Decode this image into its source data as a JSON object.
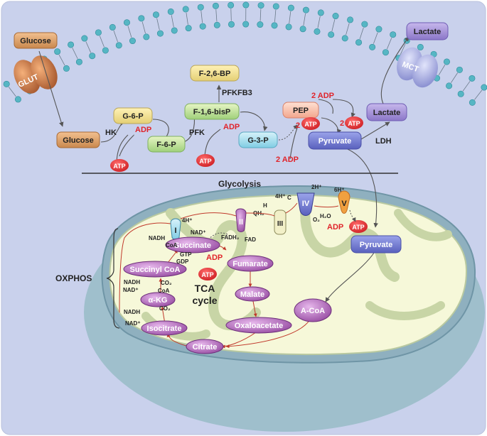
{
  "nodes": {
    "glucose_out": "Glucose",
    "glut": "GLUT",
    "glucose_in": "Glucose",
    "hk": "HK",
    "g6p": "G-6-P",
    "f6p": "F-6-P",
    "pfk": "PFK",
    "f16bisp": "F-1,6-bisP",
    "pfkfb3": "PFKFB3",
    "f26bp": "F-2,6-BP",
    "g3p": "G-3-P",
    "pep": "PEP",
    "pyruvate": "Pyruvate",
    "ldh": "LDH",
    "lactate_in": "Lactate",
    "lactate_out": "Lactate",
    "mct": "MCT",
    "glycolysis": "Glycolysis",
    "oxphos": "OXPHOS",
    "pyruvate_mito": "Pyruvate",
    "acoa": "A-CoA",
    "citrate": "Citrate",
    "isocitrate": "Isocitrate",
    "akg": "α-KG",
    "succinyl_coa": "Succinyl CoA",
    "succinate": "Succinate",
    "fumarate": "Fumarate",
    "malate": "Malate",
    "oxaloacetate": "Oxaloacetate",
    "tca_line1": "TCA",
    "tca_line2": "cycle"
  },
  "energy": {
    "atp": "ATP",
    "adp": "ADP",
    "two_adp": "2 ADP",
    "two_atp": "2"
  },
  "cofactors": {
    "nadh": "NADH",
    "nad": "NAD⁺",
    "co2": "CO₂",
    "coa": "CoA",
    "gtp": "GTP",
    "gdp": "GDP",
    "fadh2": "FADH₂",
    "fad": "FAD",
    "qh2": "QH₂",
    "h": "H",
    "c": "C",
    "o2": "O₂",
    "h2o": "H₂O",
    "four_h": "4H⁺",
    "two_h": "2H⁺",
    "six_h": "6H⁺"
  },
  "complexes": {
    "c1": "I",
    "c2": "II",
    "c3": "III",
    "c4": "IV",
    "c5": "V"
  },
  "colors": {
    "membrane_bead": "#56b6c4",
    "background": "#c9d1ec",
    "mito_outer": "#8db3c2",
    "mito_matrix": "#f6f8d9",
    "atp_red": "#e0242b",
    "tca_purple": "#9b4ea3",
    "pyruvate_blue": "#6a70c8",
    "lactate_purple": "#9b84cf"
  }
}
